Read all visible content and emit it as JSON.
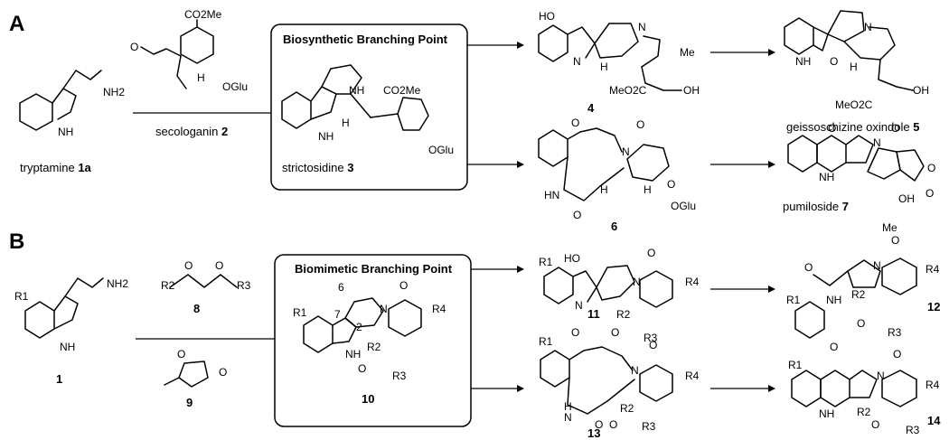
{
  "panels": {
    "a": "A",
    "b": "B"
  },
  "panel_a": {
    "box_title": "Biosynthetic Branching Point",
    "tryptamine": {
      "name": "tryptamine ",
      "num": "1a"
    },
    "secologanin": {
      "name": "secologanin ",
      "num": "2"
    },
    "strictosidine": {
      "name": "strictosidine ",
      "num": "3"
    },
    "cmpd4": "4",
    "cmpd5": {
      "name": "geissoschizine oxindole ",
      "num": "5"
    },
    "cmpd6": "6",
    "cmpd7": {
      "name": "pumiloside ",
      "num": "7"
    }
  },
  "panel_b": {
    "box_title": "Biomimetic Branching Point",
    "cmpd1": "1",
    "cmpd8": "8",
    "cmpd9": "9",
    "cmpd10": "10",
    "cmpd11": "11",
    "cmpd12": "12",
    "cmpd13": "13",
    "cmpd14": "14"
  },
  "atoms": {
    "nh2": "NH2",
    "nh": "NH",
    "h": "H",
    "n": "N",
    "o": "O",
    "oh": "OH",
    "ho": "HO",
    "me": "Me",
    "co2me": "CO2Me",
    "meo2c": "MeO2C",
    "oglu": "OGlu",
    "hn": "HN",
    "r1": "R1",
    "r2": "R2",
    "r3": "R3",
    "r4": "R4",
    "ring6": "6",
    "ring7": "7",
    "ring2": "2"
  }
}
